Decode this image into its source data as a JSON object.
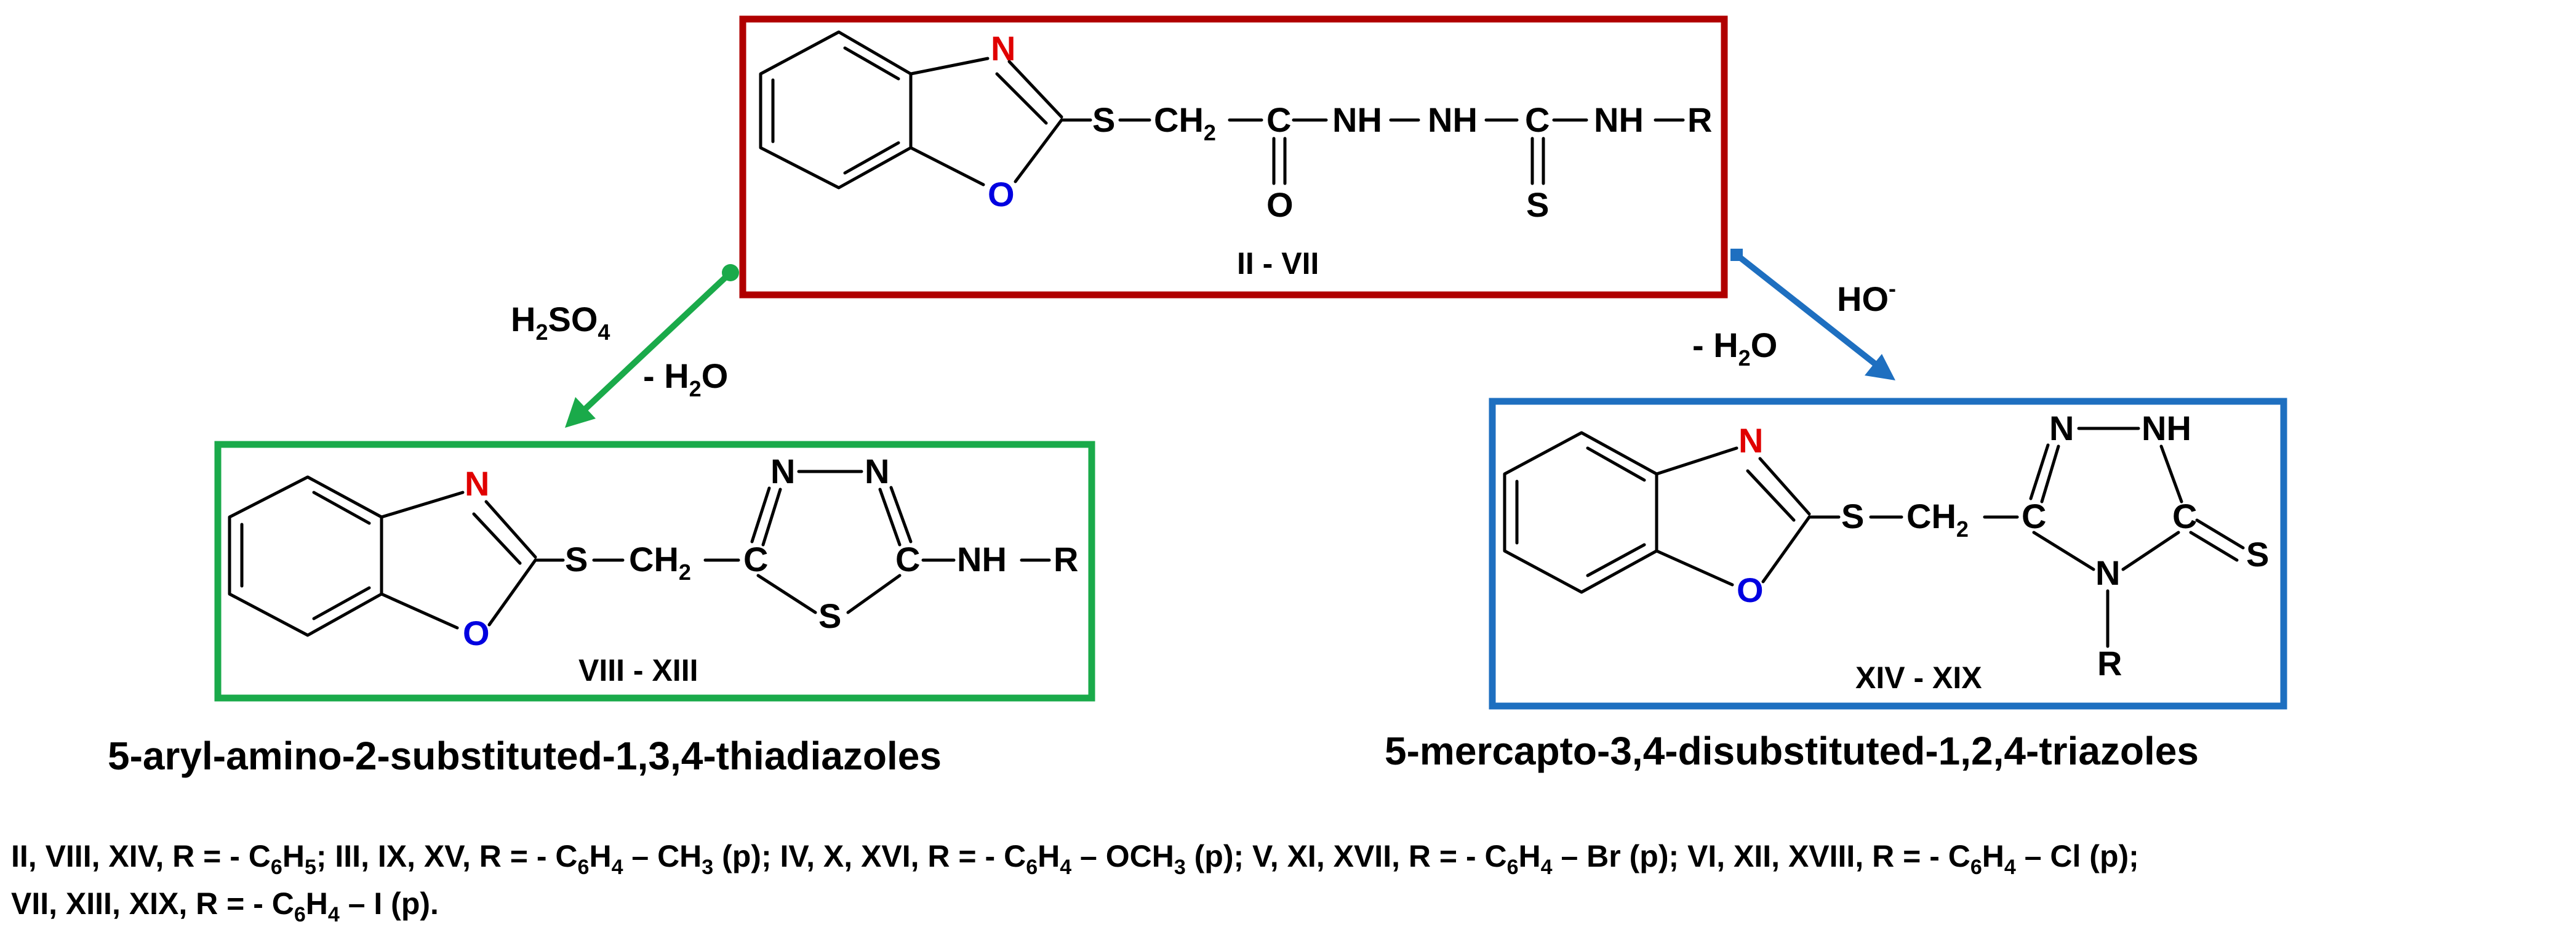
{
  "colors": {
    "box_start": "#B00000",
    "box_thiadiazole": "#1AAA4A",
    "box_triazole": "#1E6FC0",
    "arrow_left": "#1AAA4A",
    "arrow_right": "#1E6FC0",
    "nitrogen": "#E00000",
    "oxygen": "#0000E0"
  },
  "start_compound": {
    "label": "II - VII",
    "atoms": {
      "n_ring": "N",
      "o_ring": "O",
      "s": "S",
      "ch": "CH",
      "ch_sub": "2",
      "c_carbonyl": "C",
      "o_carbonyl": "O",
      "nh1": "NH",
      "nh2": "NH",
      "c_thio": "C",
      "s_thio": "S",
      "nh3": "NH",
      "r": "R"
    }
  },
  "left_reaction": {
    "reagent": "H",
    "reagent_sub1": "2",
    "reagent_mid": "SO",
    "reagent_sub2": "4",
    "loss": "- H",
    "loss_sub": "2",
    "loss_end": "O"
  },
  "right_reaction": {
    "reagent": "HO",
    "reagent_sup": "-",
    "loss": "- H",
    "loss_sub": "2",
    "loss_end": "O"
  },
  "thiadiazole": {
    "label": "VIII - XIII",
    "atoms": {
      "n_ring": "N",
      "o_ring": "O",
      "s": "S",
      "ch": "CH",
      "ch_sub": "2",
      "c1": "C",
      "n1": "N",
      "n2": "N",
      "c2": "C",
      "s_ring": "S",
      "nh": "NH",
      "r": "R"
    },
    "title": "5-aryl-amino-2-substituted-1,3,4-thiadiazoles"
  },
  "triazole": {
    "label": "XIV - XIX",
    "atoms": {
      "n_ring": "N",
      "o_ring": "O",
      "s": "S",
      "ch": "CH",
      "ch_sub": "2",
      "c1": "C",
      "n1": "N",
      "nh": "NH",
      "c2": "C",
      "s_thione": "S",
      "n4": "N",
      "r": "R"
    },
    "title": "5-mercapto-3,4-disubstituted-1,2,4-triazoles"
  },
  "footnote": {
    "line1": [
      {
        "t": "II, VIII, XIV, R = - C"
      },
      {
        "t": "6",
        "s": "sub"
      },
      {
        "t": "H"
      },
      {
        "t": "5",
        "s": "sub"
      },
      {
        "t": "; III, IX, XV, R = - C"
      },
      {
        "t": "6",
        "s": "sub"
      },
      {
        "t": "H"
      },
      {
        "t": "4",
        "s": "sub"
      },
      {
        "t": " – CH"
      },
      {
        "t": "3",
        "s": "sub"
      },
      {
        "t": " (p); IV, X, XVI, R = - C"
      },
      {
        "t": "6",
        "s": "sub"
      },
      {
        "t": "H"
      },
      {
        "t": "4",
        "s": "sub"
      },
      {
        "t": " – OCH"
      },
      {
        "t": "3",
        "s": "sub"
      },
      {
        "t": " (p); V, XI, XVII, R = - C"
      },
      {
        "t": "6",
        "s": "sub"
      },
      {
        "t": "H"
      },
      {
        "t": "4",
        "s": "sub"
      },
      {
        "t": " – Br (p); VI, XII, XVIII, R = - C"
      },
      {
        "t": "6",
        "s": "sub"
      },
      {
        "t": "H"
      },
      {
        "t": "4",
        "s": "sub"
      },
      {
        "t": " – Cl (p);"
      }
    ],
    "line2": [
      {
        "t": "VII, XIII, XIX, R = - C"
      },
      {
        "t": "6",
        "s": "sub"
      },
      {
        "t": "H"
      },
      {
        "t": "4",
        "s": "sub"
      },
      {
        "t": " – I (p)."
      }
    ]
  }
}
